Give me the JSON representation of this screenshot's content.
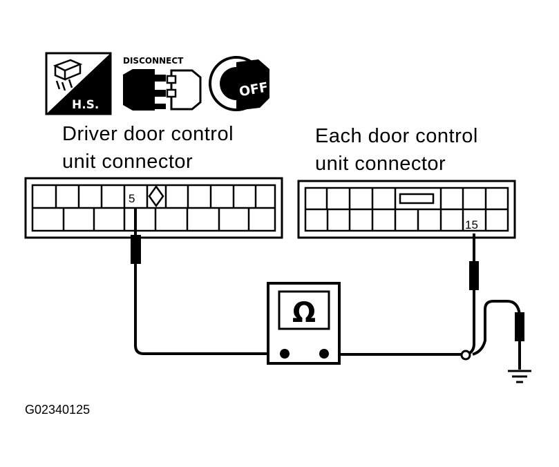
{
  "icons": {
    "harness_label": "H.S.",
    "disconnect_label": "DISCONNECT",
    "ignition_label": "OFF"
  },
  "driver_connector": {
    "title_line1": "Driver door control",
    "title_line2": "unit connector",
    "pin": "5"
  },
  "each_connector": {
    "title_line1": "Each door control",
    "title_line2": "unit connector",
    "pin": "15"
  },
  "meter": {
    "symbol": "Ω"
  },
  "figure_code": "G02340125"
}
